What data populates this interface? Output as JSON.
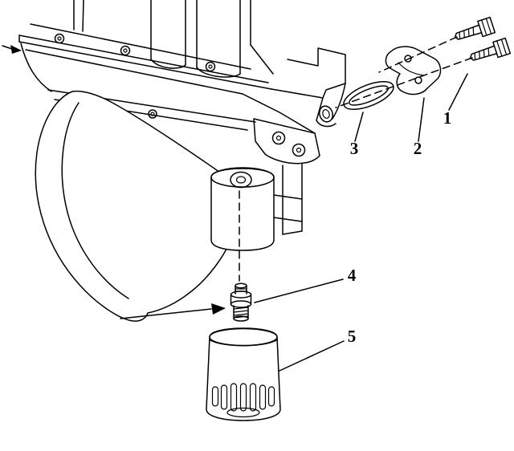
{
  "figure": {
    "background_color": "#ffffff",
    "line_color": "#000000",
    "callouts": [
      {
        "label": "1"
      },
      {
        "label": "2"
      },
      {
        "label": "3"
      },
      {
        "label": "4"
      },
      {
        "label": "5"
      }
    ]
  }
}
